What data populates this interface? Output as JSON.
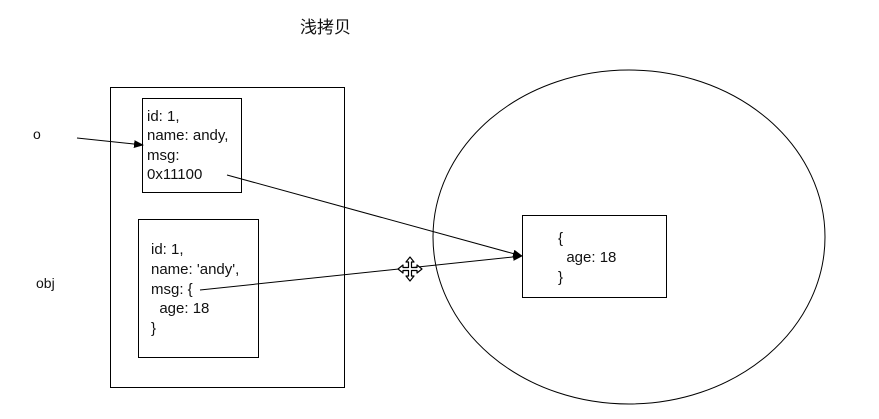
{
  "title": "浅拷贝",
  "variables": {
    "o": "o",
    "obj": "obj"
  },
  "o_object": {
    "line1": "id: 1,",
    "line2": "name: andy,",
    "line3": "msg:",
    "line4": "0x11100"
  },
  "obj_object": {
    "line1": "id: 1,",
    "line2": "name: 'andy',",
    "line3": "msg: {",
    "line4": "  age: 18",
    "line5": "}"
  },
  "heap_object": {
    "line1": "{",
    "line2": "  age: 18",
    "line3": "}"
  },
  "icons": {
    "cursor": "move-cursor-icon"
  }
}
